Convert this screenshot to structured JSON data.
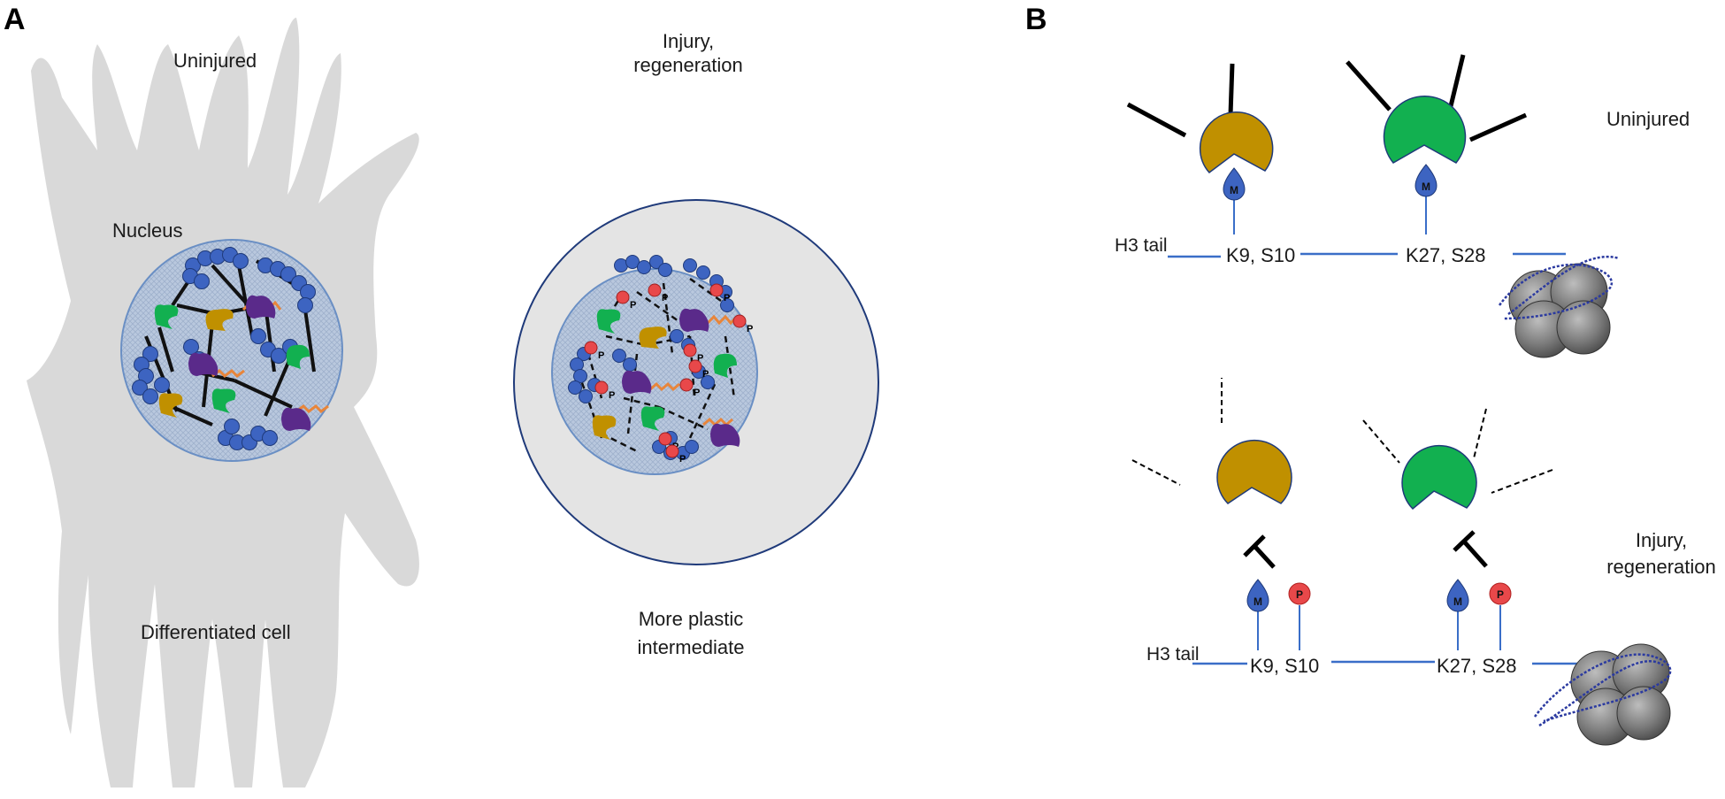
{
  "panel_a": {
    "letter": "A",
    "uninjured_label": "Uninjured",
    "nucleus_label": "Nucleus",
    "differentiated_label": "Differentiated cell",
    "injury_label_line1": "Injury,",
    "injury_label_line2": "regeneration",
    "plastic_label_line1": "More plastic",
    "plastic_label_line2": "intermediate",
    "phospho_mark": "P"
  },
  "panel_b": {
    "letter": "B",
    "top": {
      "state_label": "Uninjured",
      "tail_label": "H3 tail",
      "site_1": "K9, S10",
      "site_2": "K27, S28",
      "methyl_mark": "M"
    },
    "bottom": {
      "state_label_line1": "Injury,",
      "state_label_line2": "regeneration",
      "tail_label": "H3 tail",
      "site_1": "K9, S10",
      "site_2": "K27, S28",
      "methyl_mark": "M",
      "phospho_mark": "P"
    }
  },
  "colors": {
    "cell_body": "#d9d9d9",
    "nucleus_fill": "#b8c7de",
    "nucleus_border": "#6a8fc4",
    "chromatin_bead": "#3d64c1",
    "phospho_red": "#e8484a",
    "reader_gold": "#c09000",
    "reader_green": "#12b050",
    "reader_purple": "#5a2a8a",
    "rna_orange": "#e8853a",
    "h3_line_blue": "#3a6ec8",
    "outer_circle": "#1f3a7a"
  }
}
